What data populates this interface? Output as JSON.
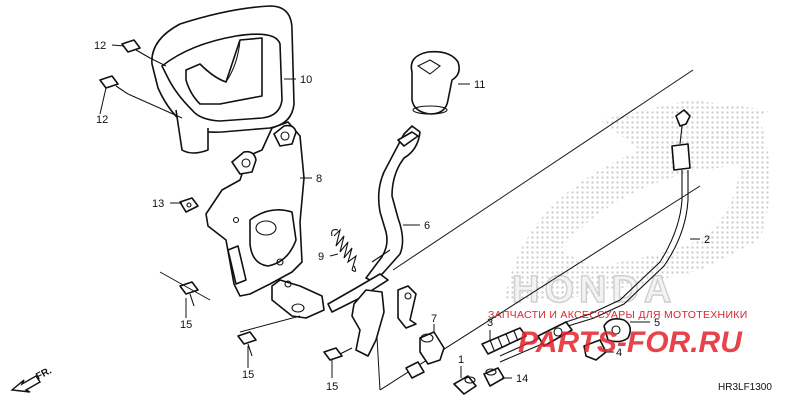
{
  "callouts": [
    {
      "id": "c1",
      "text": "1"
    },
    {
      "id": "c2",
      "text": "2"
    },
    {
      "id": "c3",
      "text": "3"
    },
    {
      "id": "c4",
      "text": "4"
    },
    {
      "id": "c5",
      "text": "5"
    },
    {
      "id": "c6",
      "text": "6"
    },
    {
      "id": "c7",
      "text": "7"
    },
    {
      "id": "c8",
      "text": "8"
    },
    {
      "id": "c9",
      "text": "9"
    },
    {
      "id": "c10",
      "text": "10"
    },
    {
      "id": "c11",
      "text": "11"
    },
    {
      "id": "c12a",
      "text": "12"
    },
    {
      "id": "c12b",
      "text": "12"
    },
    {
      "id": "c13",
      "text": "13"
    },
    {
      "id": "c14",
      "text": "14"
    },
    {
      "id": "c15a",
      "text": "15"
    },
    {
      "id": "c15b",
      "text": "15"
    },
    {
      "id": "c15c",
      "text": "15"
    }
  ],
  "direction_label": "FR.",
  "diagram_code": "HR3LF1300",
  "watermark": {
    "brand": "HONDA",
    "site_logo": "PARTS-FOR.RU",
    "site_tagline": "ЗАПЧАСТИ И АКСЕССУАРЫ ДЛЯ МОТОТЕХНИКИ"
  },
  "colors": {
    "line": "#111111",
    "watermark_red": "#e4222b",
    "watermark_grey": "#d0d0d0"
  }
}
